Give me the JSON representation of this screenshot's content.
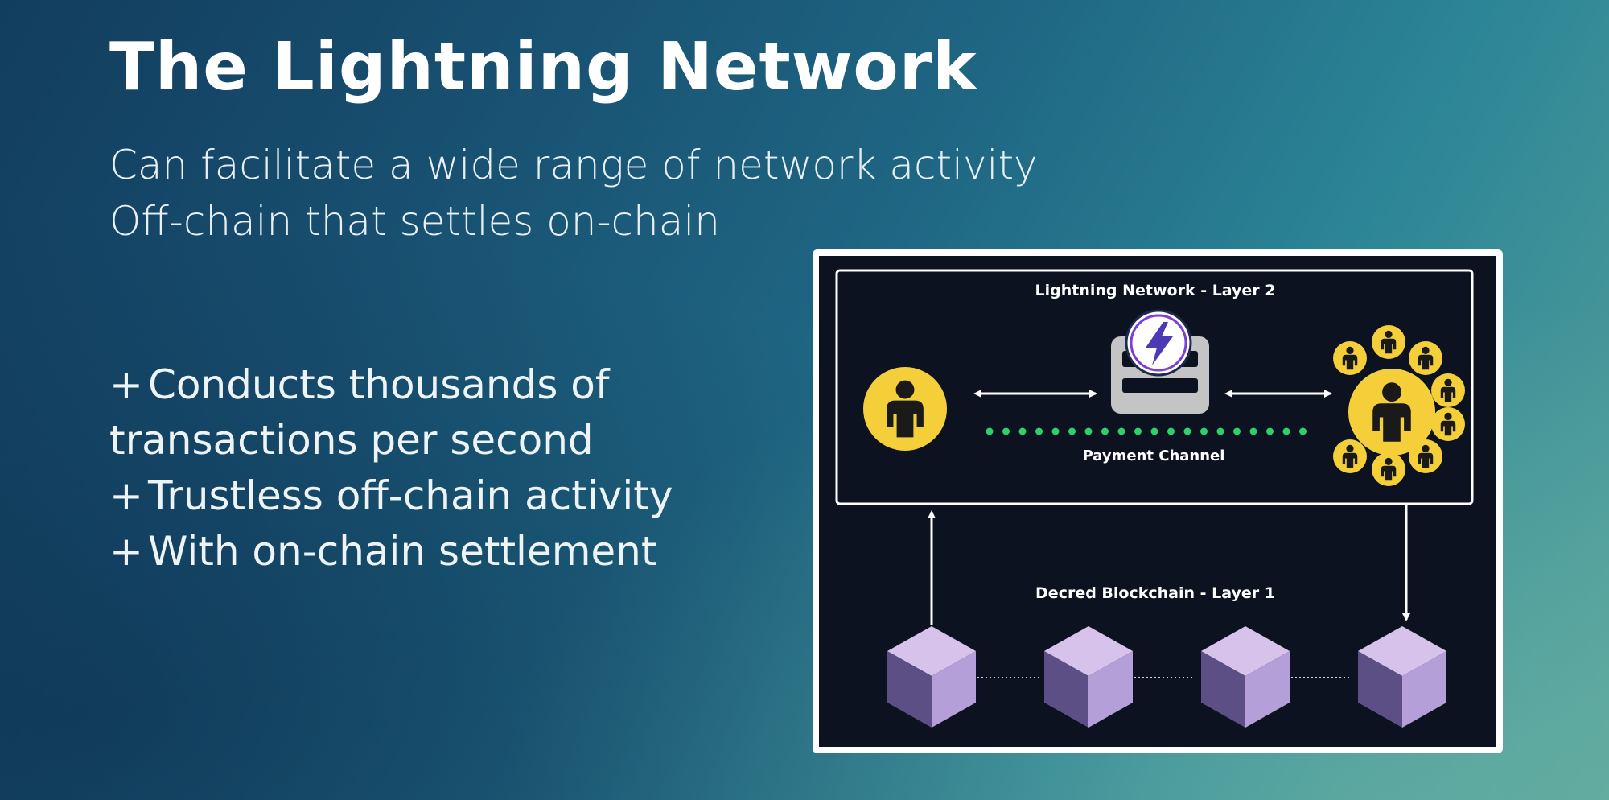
{
  "slide": {
    "title": "The Lightning Network",
    "subtitle_lines": [
      "Can facilitate a wide range of network activity",
      "Off-chain that settles on-chain"
    ],
    "bullets": [
      {
        "marker": "+",
        "lines": [
          "Conducts thousands of",
          "transactions per second"
        ]
      },
      {
        "marker": "+",
        "lines": [
          "Trustless off-chain activity"
        ]
      },
      {
        "marker": "+",
        "lines": [
          "With on-chain settlement"
        ]
      }
    ]
  },
  "diagram": {
    "layer2_label": "Lightning Network - Layer 2",
    "payment_channel_label": "Payment Channel",
    "layer1_label": "Decred Blockchain - Layer 1",
    "colors": {
      "background": "#0c1220",
      "user_yellow": "#f5cf3a",
      "channel_green": "#2fcf6e",
      "block_light": "#d6c2ea",
      "block_mid": "#b59fd8",
      "block_dark": "#5b4f86"
    },
    "icons": [
      "user-icon",
      "lightning-bolt-icon",
      "wallet-icon",
      "user-network-icon",
      "block-icon"
    ]
  }
}
